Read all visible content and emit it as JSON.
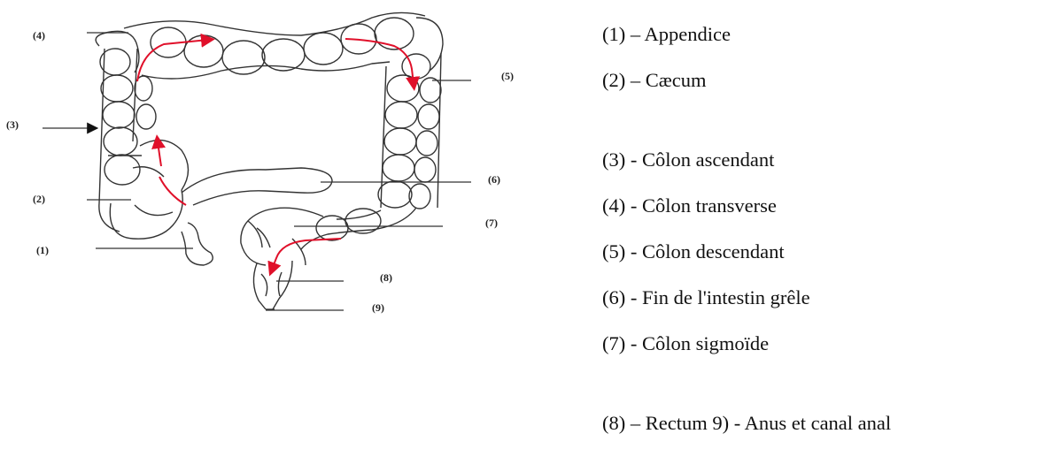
{
  "diagram": {
    "markers": [
      "(1)",
      "(2)",
      "(3)",
      "(4)",
      "(5)",
      "(6)",
      "(7)",
      "(8)",
      "(9)"
    ],
    "legend": [
      "(1) – Appendice",
      "(2) – Cæcum",
      "(3) - Côlon ascendant",
      "(4) - Côlon transverse",
      "(5) - Côlon descendant",
      "(6) - Fin de l'intestin grêle",
      "(7) - Côlon sigmoïde",
      "(8) – Rectum 9) - Anus et canal anal"
    ],
    "colors": {
      "flow_arrow": "#e0102a",
      "outline": "#333333",
      "text": "#111111"
    }
  }
}
